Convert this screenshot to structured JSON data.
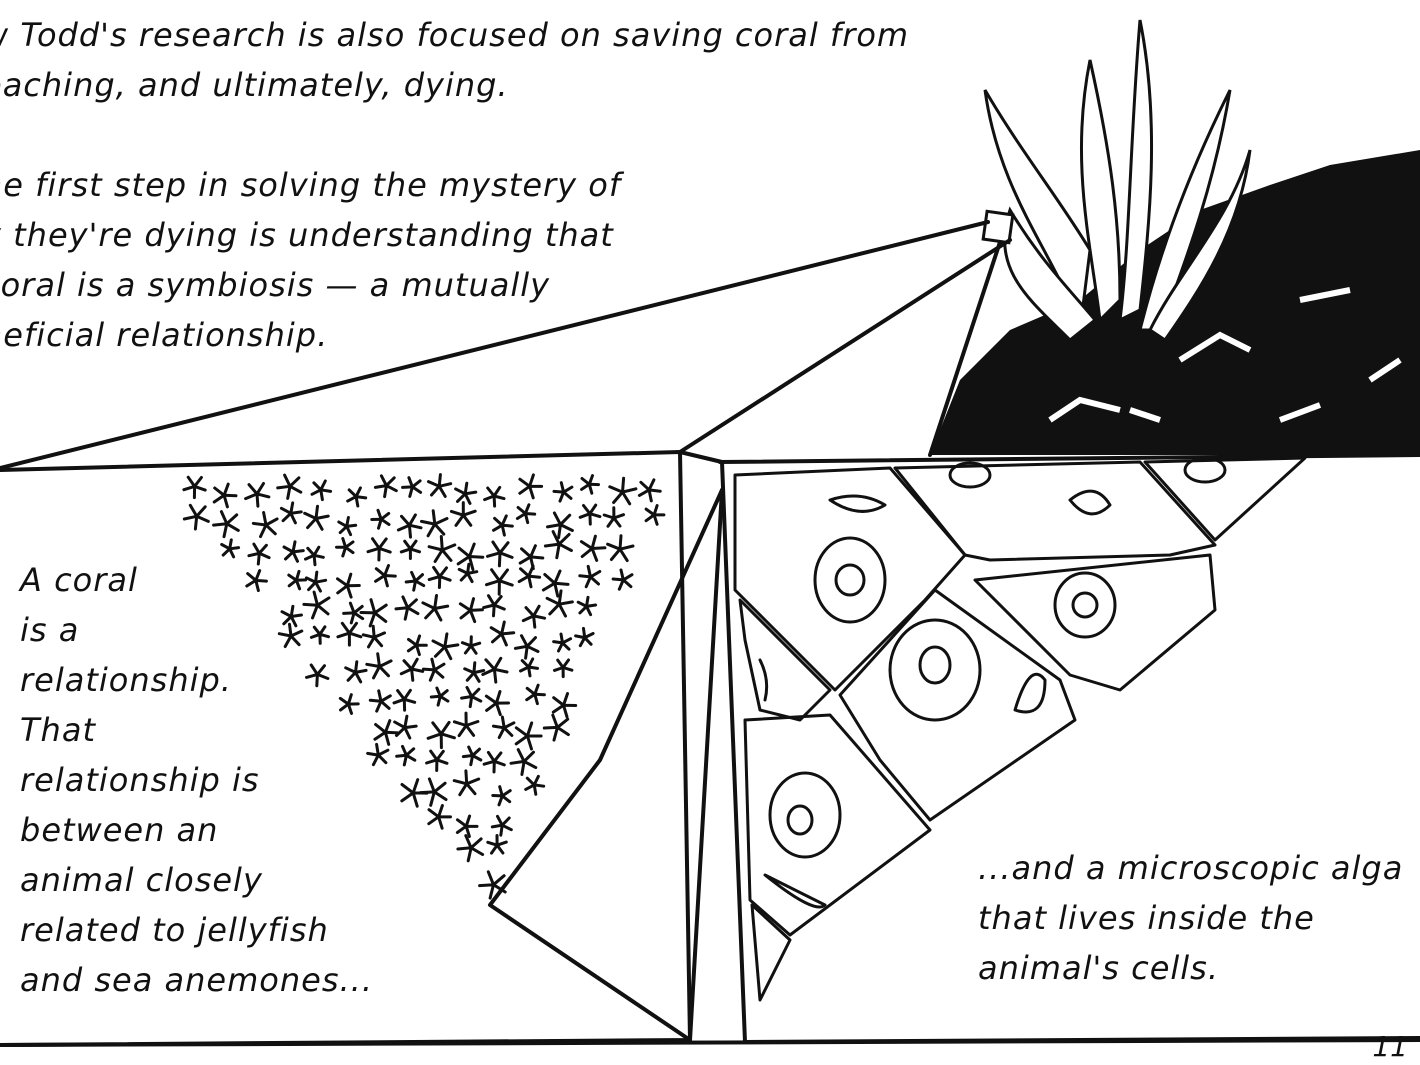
{
  "panels": {
    "intro": {
      "lines": [
        "w Todd's research is also focused on saving coral from",
        "eaching, and ultimately, dying."
      ]
    },
    "symbiosis": {
      "lines": [
        "he first step in solving the mystery of",
        "y they're dying is understanding that",
        "coral is a symbiosis — a mutually",
        "neficial relationship."
      ]
    },
    "coral_animal": {
      "lines": [
        "A coral",
        "is a",
        "relationship.",
        "That",
        "relationship is",
        "between an",
        "animal closely",
        "related to jellyfish",
        "and sea anemones..."
      ]
    },
    "alga": {
      "lines": [
        "...and a microscopic alga",
        "that lives inside the",
        "animal's cells."
      ]
    }
  },
  "page_number": "11"
}
